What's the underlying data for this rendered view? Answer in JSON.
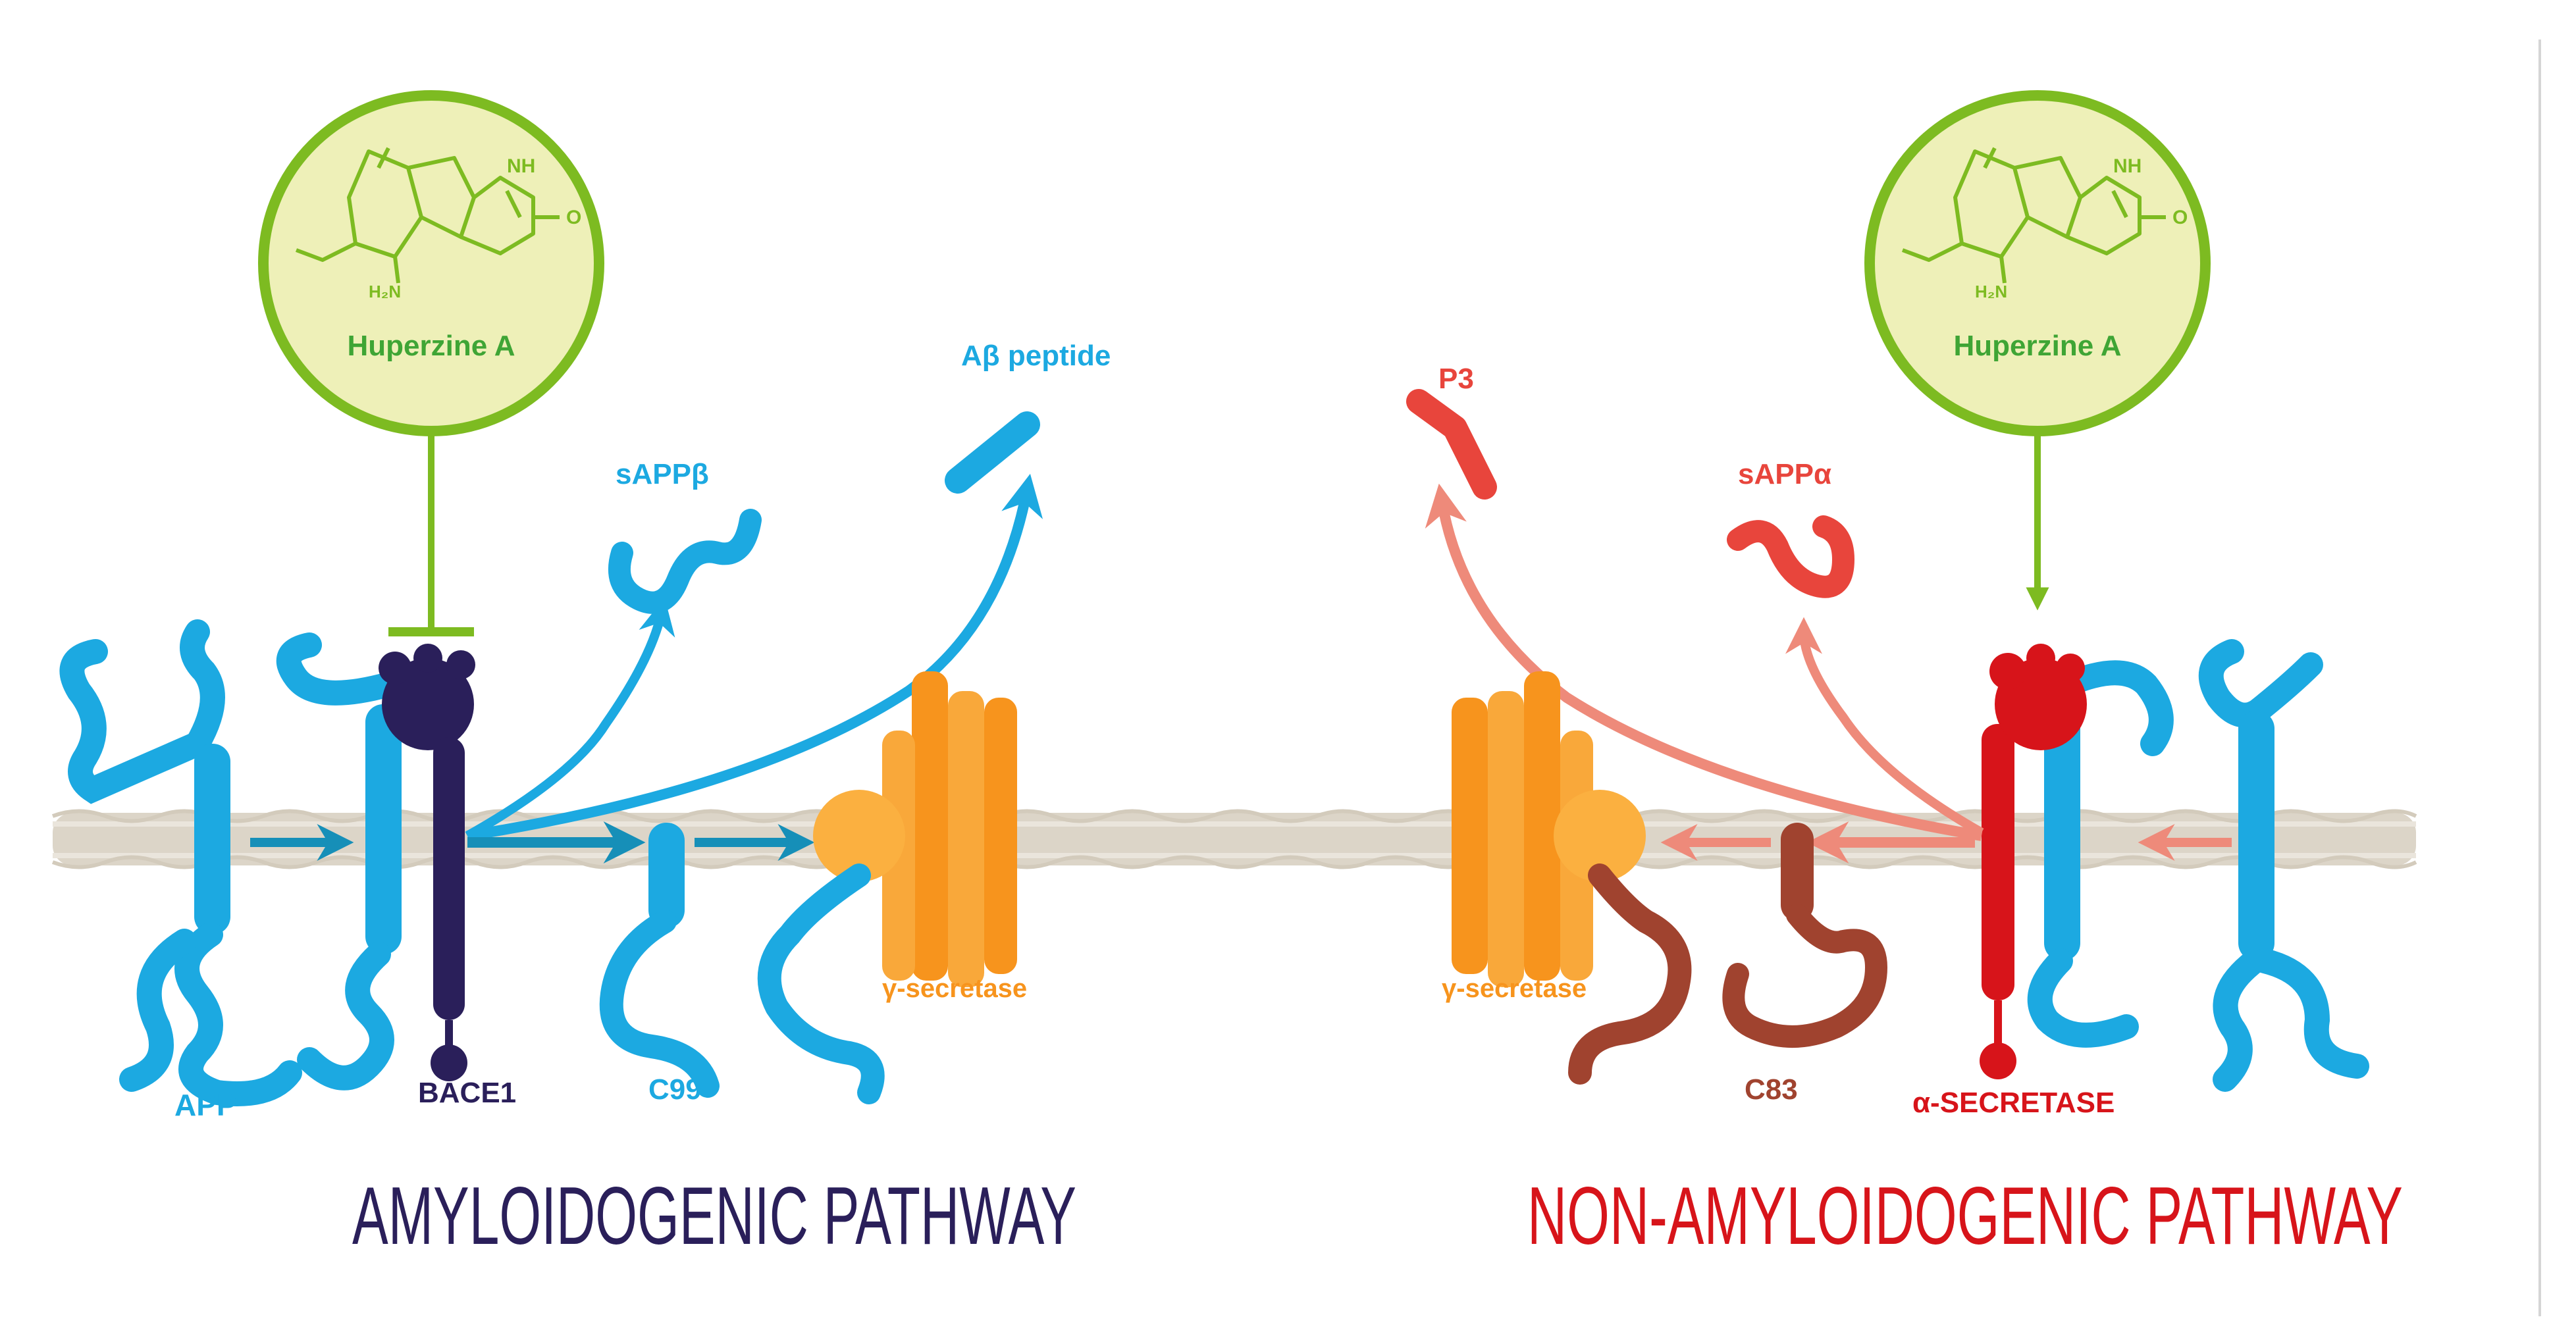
{
  "colors": {
    "app_blue": "#1CA9E1",
    "bace_navy": "#2A1F5A",
    "alpha_red": "#D7141A",
    "p3_red": "#E8453C",
    "c83_brown": "#A0432F",
    "secretase_orange": "#F7941D",
    "huperzine_green": "#7DBB21",
    "huperzine_fill": "#EEF0B8",
    "membrane": "#D9D2C5",
    "salmon_arrow": "#EE8A7A"
  },
  "left_pathway": {
    "title": "AMYLOIDOGENIC PATHWAY",
    "drug": {
      "name": "Huperzine A",
      "nh": "NH",
      "o": "O",
      "h2n": "H₂N",
      "effect": "inhibits"
    },
    "labels": {
      "app": "APP",
      "bace1": "BACE1",
      "c99": "C99",
      "gamma_secretase": "γ-secretase",
      "sappb": "sAPPβ",
      "abeta": "Aβ peptide"
    }
  },
  "right_pathway": {
    "title": "NON-AMYLOIDOGENIC PATHWAY",
    "drug": {
      "name": "Huperzine A",
      "nh": "NH",
      "o": "O",
      "h2n": "H₂N",
      "effect": "activates"
    },
    "labels": {
      "p3": "P3",
      "sappa": "sAPPα",
      "gamma_secretase": "γ-secretase",
      "c83": "C83",
      "alpha_secretase": "α-SECRETASE"
    }
  }
}
